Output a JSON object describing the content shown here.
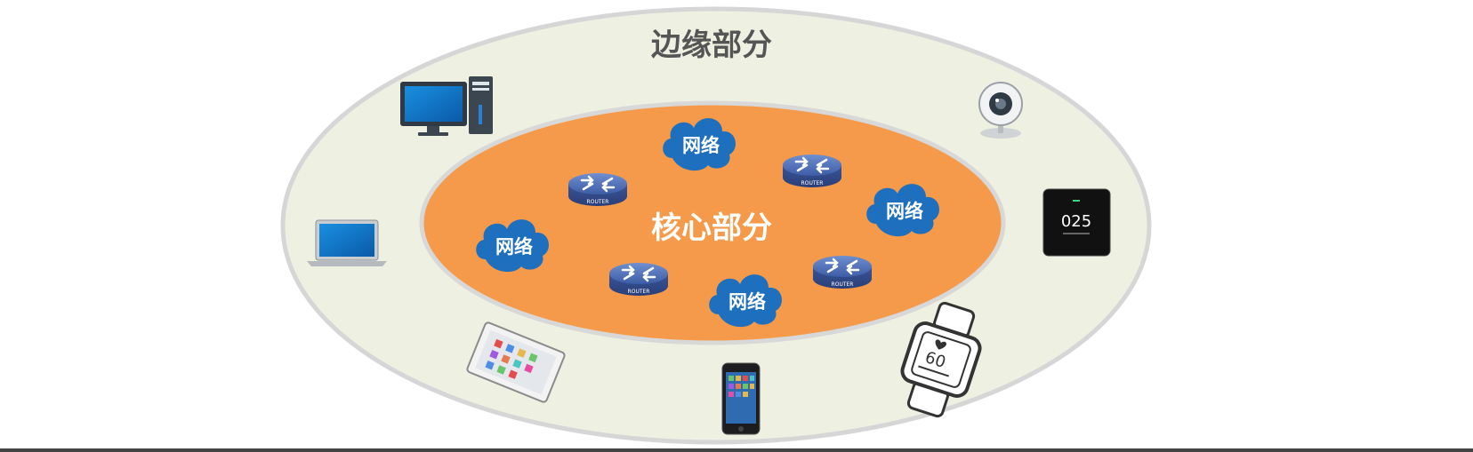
{
  "edge": {
    "label": "边缘部分"
  },
  "core": {
    "label": "核心部分"
  },
  "clouds": [
    {
      "label": "网络"
    },
    {
      "label": "网络"
    },
    {
      "label": "网络"
    },
    {
      "label": "网络"
    }
  ],
  "routers": [
    {
      "label": "ROUTER"
    },
    {
      "label": "ROUTER"
    },
    {
      "label": "ROUTER"
    },
    {
      "label": "ROUTER"
    }
  ],
  "devices": {
    "air_monitor_reading": "025",
    "smartwatch_reading": "60"
  },
  "colors": {
    "edge_fill": "#eef1e2",
    "edge_stroke": "#d6d6d6",
    "core_fill": "#f49a4a",
    "core_stroke": "#d8d8d8",
    "cloud_fill": "#1f6fbf",
    "router_fill": "#3f5fa8",
    "edge_label": "#555555",
    "core_label": "#ffffff"
  }
}
